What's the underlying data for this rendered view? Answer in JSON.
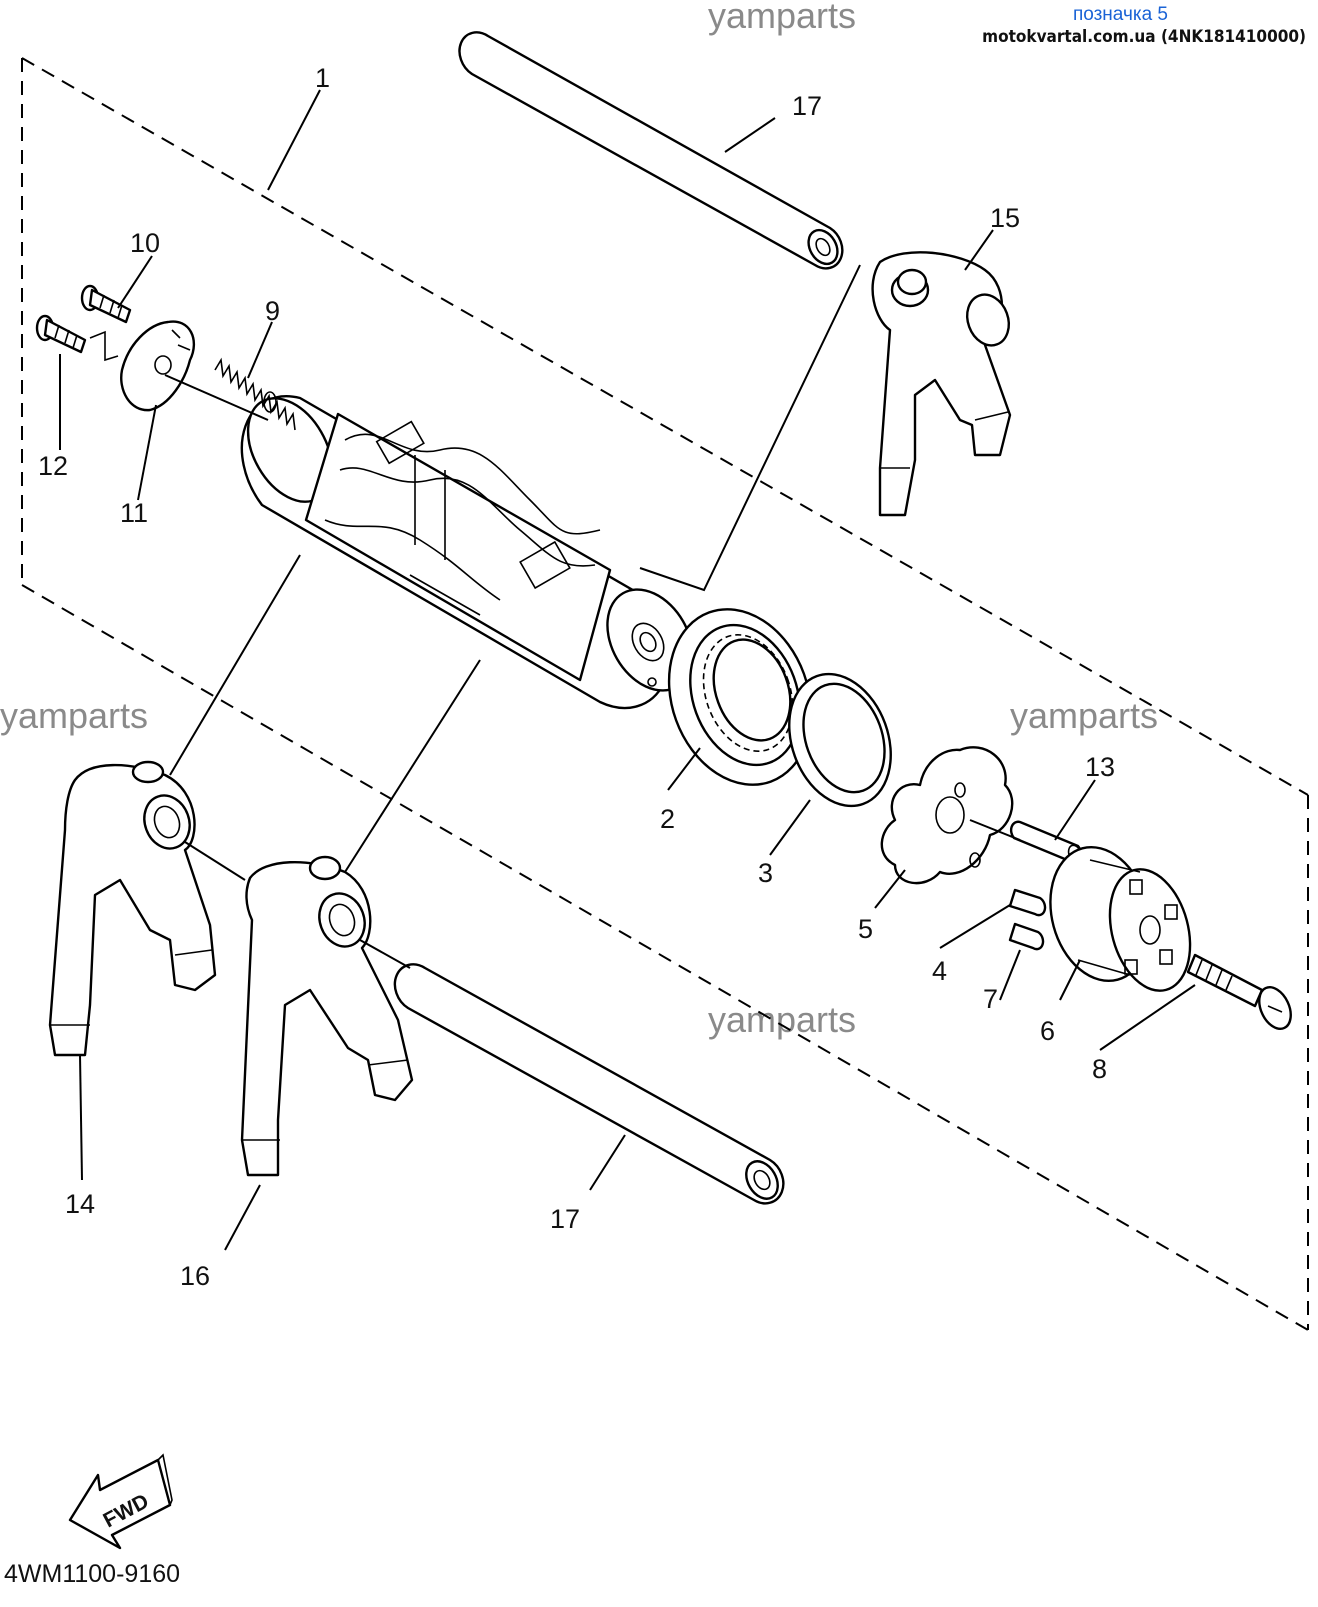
{
  "header": {
    "label": "позначка 5",
    "source": "motokvartal.com.ua (4NK181410000)"
  },
  "watermarks": [
    "yamparts",
    "yamparts",
    "yamparts",
    "yamparts"
  ],
  "callouts": {
    "c1": "1",
    "c2": "2",
    "c3": "3",
    "c4": "4",
    "c5": "5",
    "c6": "6",
    "c7": "7",
    "c8": "8",
    "c9": "9",
    "c10": "10",
    "c11": "11",
    "c12": "12",
    "c13": "13",
    "c14": "14",
    "c15": "15",
    "c16": "16",
    "c17a": "17",
    "c17b": "17"
  },
  "fwd_label": "FWD",
  "diagram_code": "4WM1100-9160"
}
